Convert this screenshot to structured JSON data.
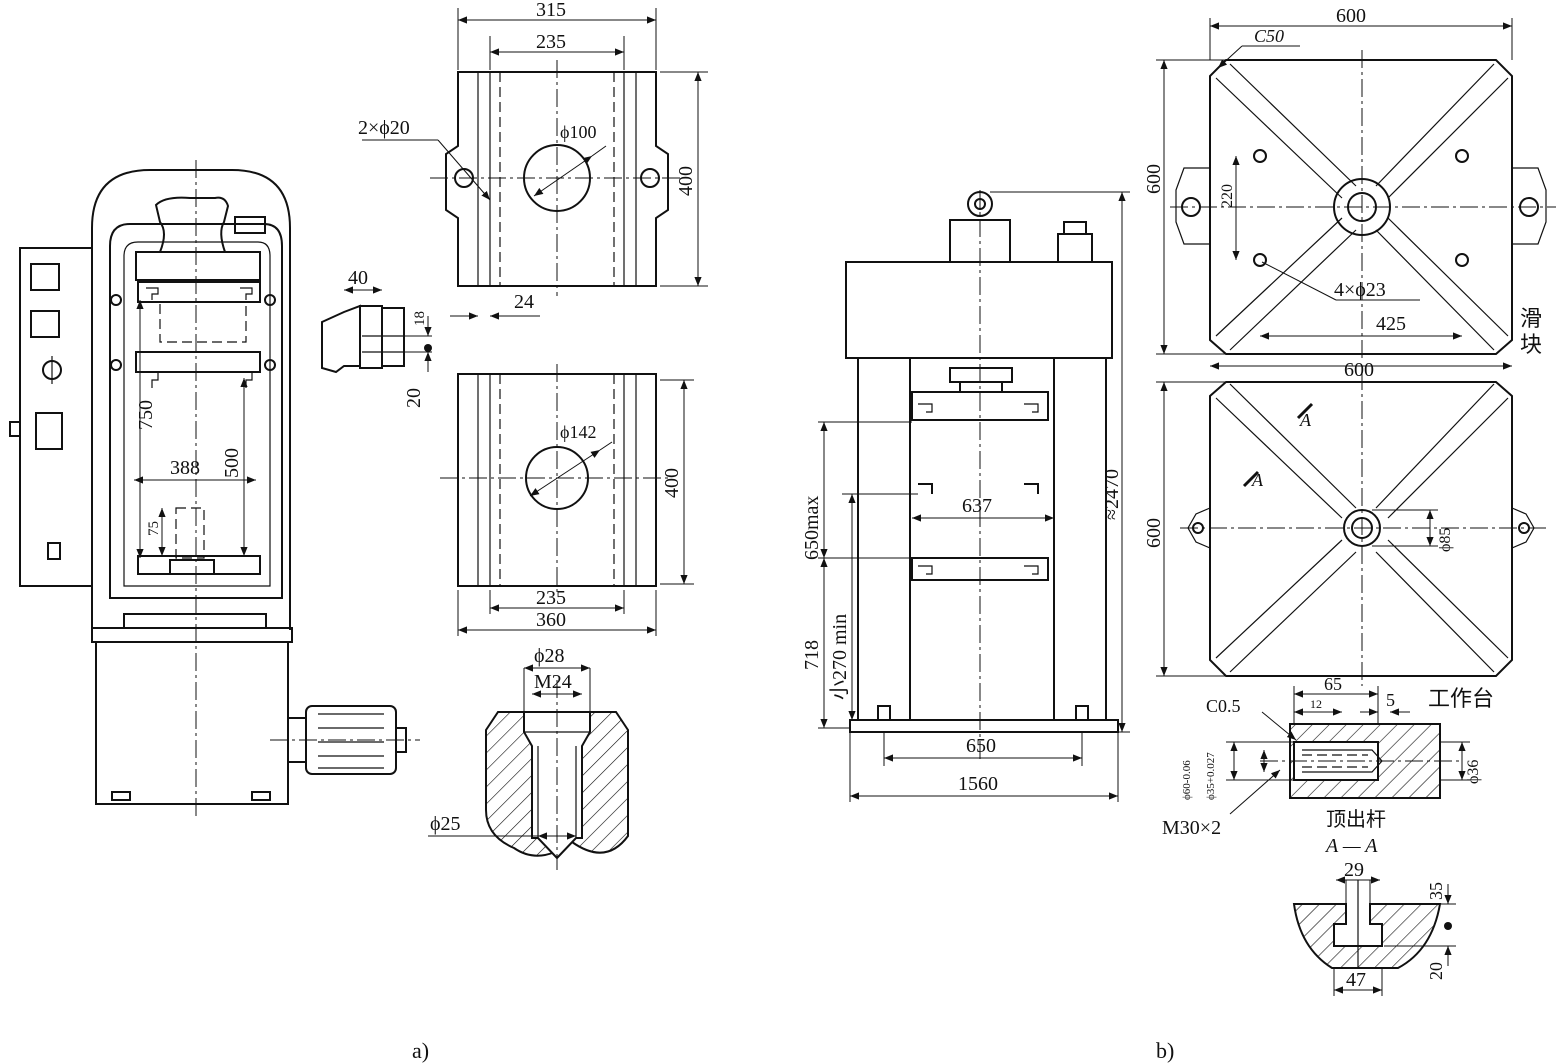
{
  "panel_labels": {
    "a": "a)",
    "b": "b)"
  },
  "part_labels": {
    "slider": "滑\n块",
    "worktable": "工作台",
    "ejector": "顶出杆",
    "section": "A — A",
    "section_mark": "A"
  },
  "dimensions_a": {
    "d315": "315",
    "d235_top": "235",
    "d400_top": "400",
    "d24": "24",
    "d2x20": "2×ϕ20",
    "d100": "ϕ100",
    "d40": "40",
    "d18": "18",
    "d20_tslot": "20",
    "d142": "ϕ142",
    "d400_bot": "400",
    "d235_bot": "235",
    "d360": "360",
    "d28": "ϕ28",
    "m24": "M24",
    "d25": "ϕ25",
    "d750": "750",
    "d388": "388",
    "d500": "500",
    "d75": "75"
  },
  "dimensions_b": {
    "d650max": "650max",
    "d270min": "小270 min",
    "d718": "718",
    "d2470": "≈2470",
    "d637": "637",
    "d650": "650",
    "d1560": "1560",
    "d600_top": "600",
    "c50": "C50",
    "d600_side": "600",
    "d220": "220",
    "d4x23": "4×ϕ23",
    "d425": "425",
    "d600_mid": "600",
    "d600_side2": "600",
    "d85": "ϕ85",
    "c05": "C0.5",
    "d65": "65",
    "d12": "12",
    "d5": "5",
    "d60": "ϕ60-0.06",
    "d35": "ϕ35+0.027",
    "d36": "ϕ36",
    "m30": "M30×2",
    "d29": "29",
    "d35s": "35",
    "d20s": "20",
    "d47": "47"
  }
}
